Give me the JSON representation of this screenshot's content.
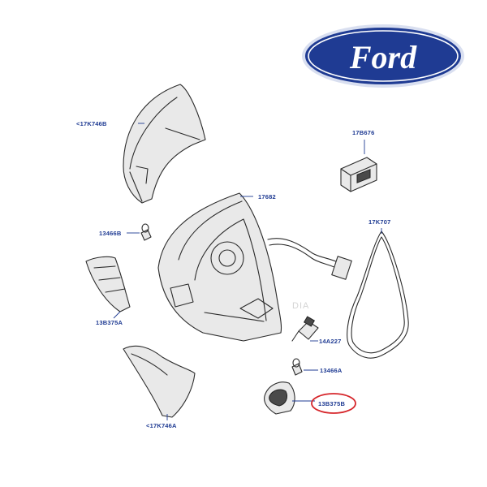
{
  "logo": {
    "text": "Ford",
    "colors": {
      "oval_fill": "#1f3b93",
      "oval_edge": "#d9dff0",
      "text": "#ffffff"
    }
  },
  "watermark": "DIA",
  "callouts": {
    "cap_upper": "<17K746B",
    "cap_lower": "<17K746A",
    "motor": "17B676",
    "housing": "17682",
    "glass": "17K707",
    "bulb_left": "13466B",
    "bulb_right": "13466A",
    "lamp_left": "13B375A",
    "lamp_right": "13B375B",
    "socket": "14A227"
  },
  "highlight": {
    "target": "13B375B",
    "color": "#d6262b"
  },
  "colors": {
    "label": "#1f3b93",
    "line": "#2b2b2b"
  }
}
